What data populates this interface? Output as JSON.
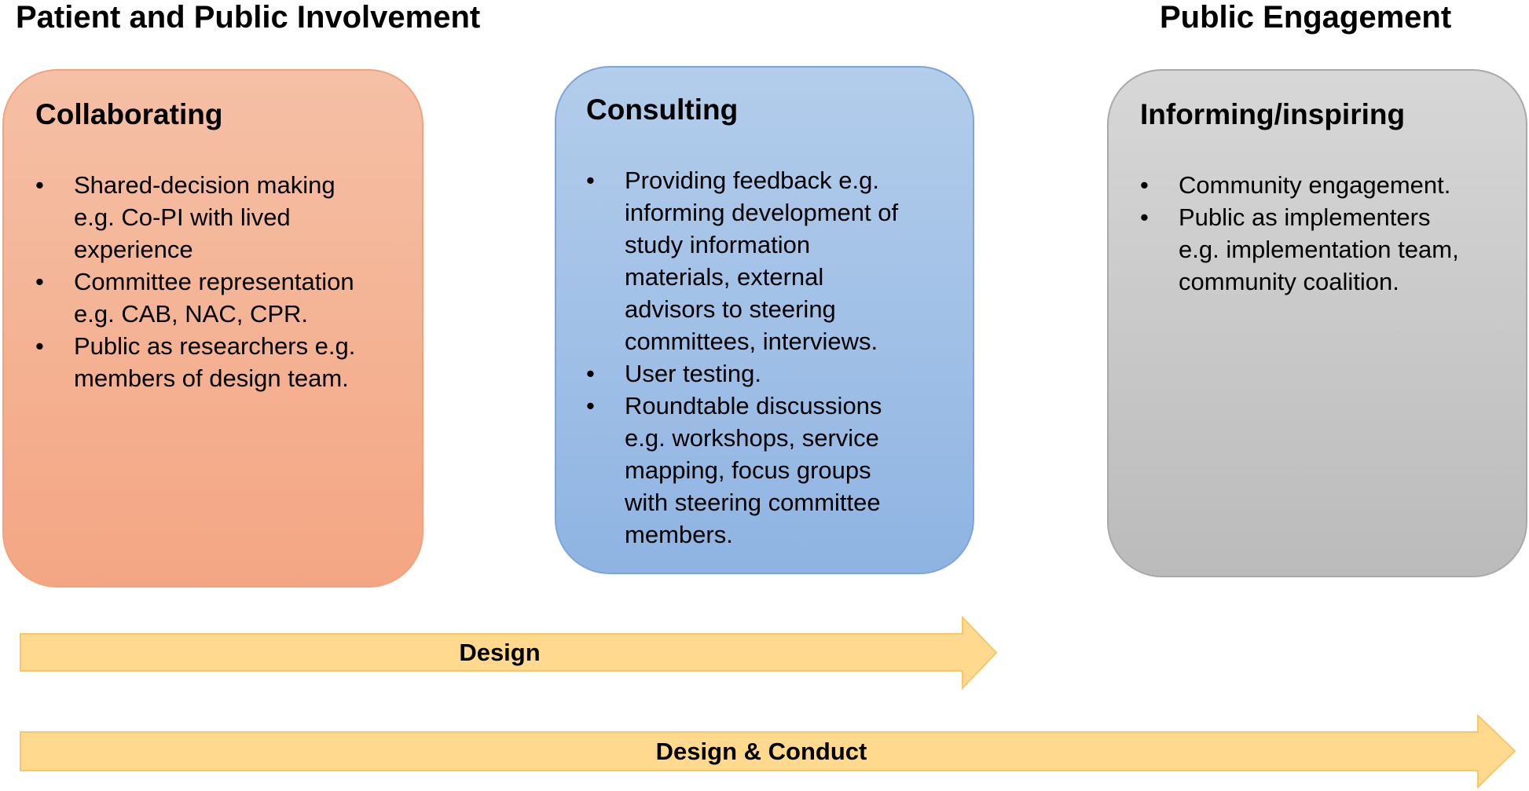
{
  "headings": {
    "left": "Patient and Public Involvement",
    "right": "Public Engagement"
  },
  "boxes": [
    {
      "title": "Collaborating",
      "color": "#f4a683",
      "items": [
        [
          "Shared-decision making",
          "e.g. Co-PI with lived",
          "experience"
        ],
        [
          "Committee representation",
          "e.g. CAB, NAC, CPR."
        ],
        [
          "Public as researchers e.g.",
          "members of design team."
        ]
      ]
    },
    {
      "title": "Consulting",
      "color": "#8fb4e2",
      "items": [
        [
          "Providing feedback e.g.",
          "informing development of",
          "study information",
          "materials, external",
          "advisors to steering",
          "committees, interviews."
        ],
        [
          "User testing."
        ],
        [
          "Roundtable discussions",
          "e.g. workshops, service",
          "mapping, focus groups",
          "with steering committee",
          "members."
        ]
      ]
    },
    {
      "title": "Informing/inspiring",
      "color": "#bbbbbb",
      "items": [
        [
          "Community engagement."
        ],
        [
          "Public as implementers",
          "e.g. implementation team,",
          "community coalition."
        ]
      ]
    }
  ],
  "bullet_glyph": "•",
  "arrows": {
    "design": "Design",
    "design_conduct": "Design & Conduct",
    "color": "#ffd78a"
  }
}
